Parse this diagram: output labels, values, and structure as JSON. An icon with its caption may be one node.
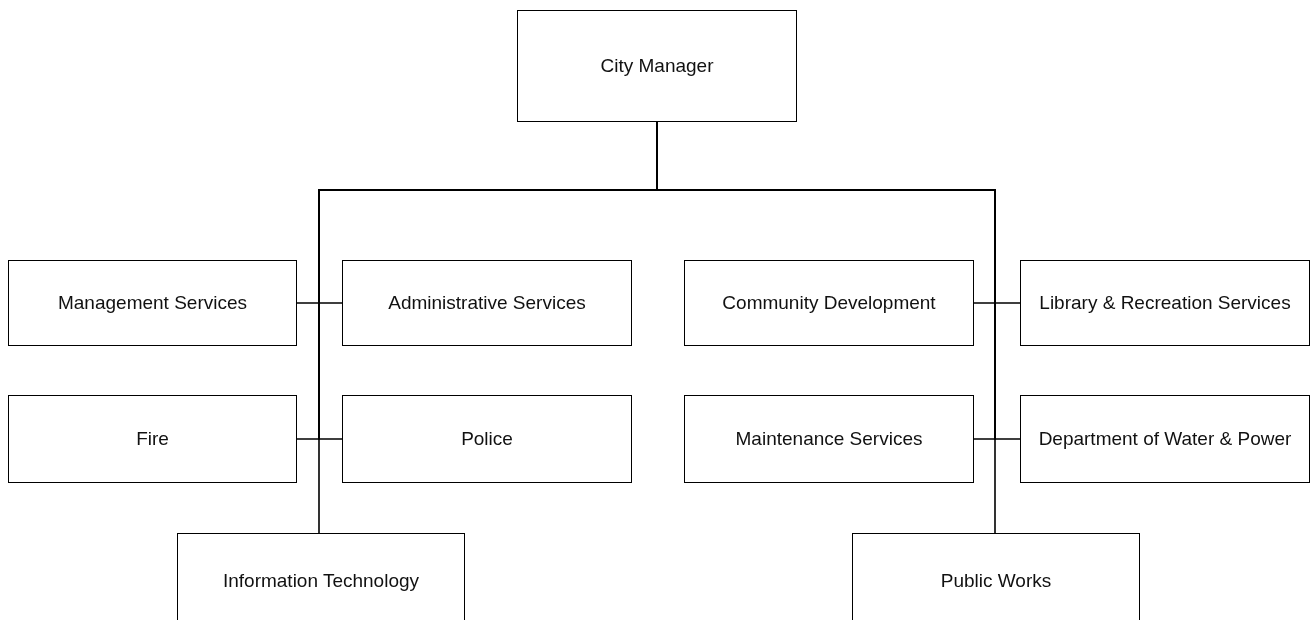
{
  "diagram": {
    "nodes": [
      {
        "text": [
          "City Manager"
        ]
      },
      {
        "text": [
          "Management Services"
        ]
      },
      {
        "text": [
          "Administrative Services"
        ]
      },
      {
        "text": [
          "Community Development"
        ]
      },
      {
        "text": [
          "Library & Recreation Services"
        ]
      },
      {
        "text": [
          "Fire"
        ]
      },
      {
        "text": [
          "Police"
        ]
      },
      {
        "text": [
          "Maintenance Services"
        ]
      },
      {
        "text": [
          "Department of Water & Power"
        ]
      },
      {
        "text": [
          "Information Technology"
        ]
      },
      {
        "text": [
          "Public Works"
        ]
      }
    ],
    "edges": [
      {
        "from": 0,
        "to": 1,
        "arrow": "none"
      },
      {
        "from": 0,
        "to": 2,
        "arrow": "none"
      },
      {
        "from": 0,
        "to": 3,
        "arrow": "none"
      },
      {
        "from": 0,
        "to": 4,
        "arrow": "none"
      },
      {
        "from": 0,
        "to": 5,
        "arrow": "none"
      },
      {
        "from": 0,
        "to": 6,
        "arrow": "none"
      },
      {
        "from": 0,
        "to": 7,
        "arrow": "none"
      },
      {
        "from": 0,
        "to": 8,
        "arrow": "none"
      },
      {
        "from": 0,
        "to": 9,
        "arrow": "none"
      },
      {
        "from": 0,
        "to": 10,
        "arrow": "none"
      }
    ]
  }
}
